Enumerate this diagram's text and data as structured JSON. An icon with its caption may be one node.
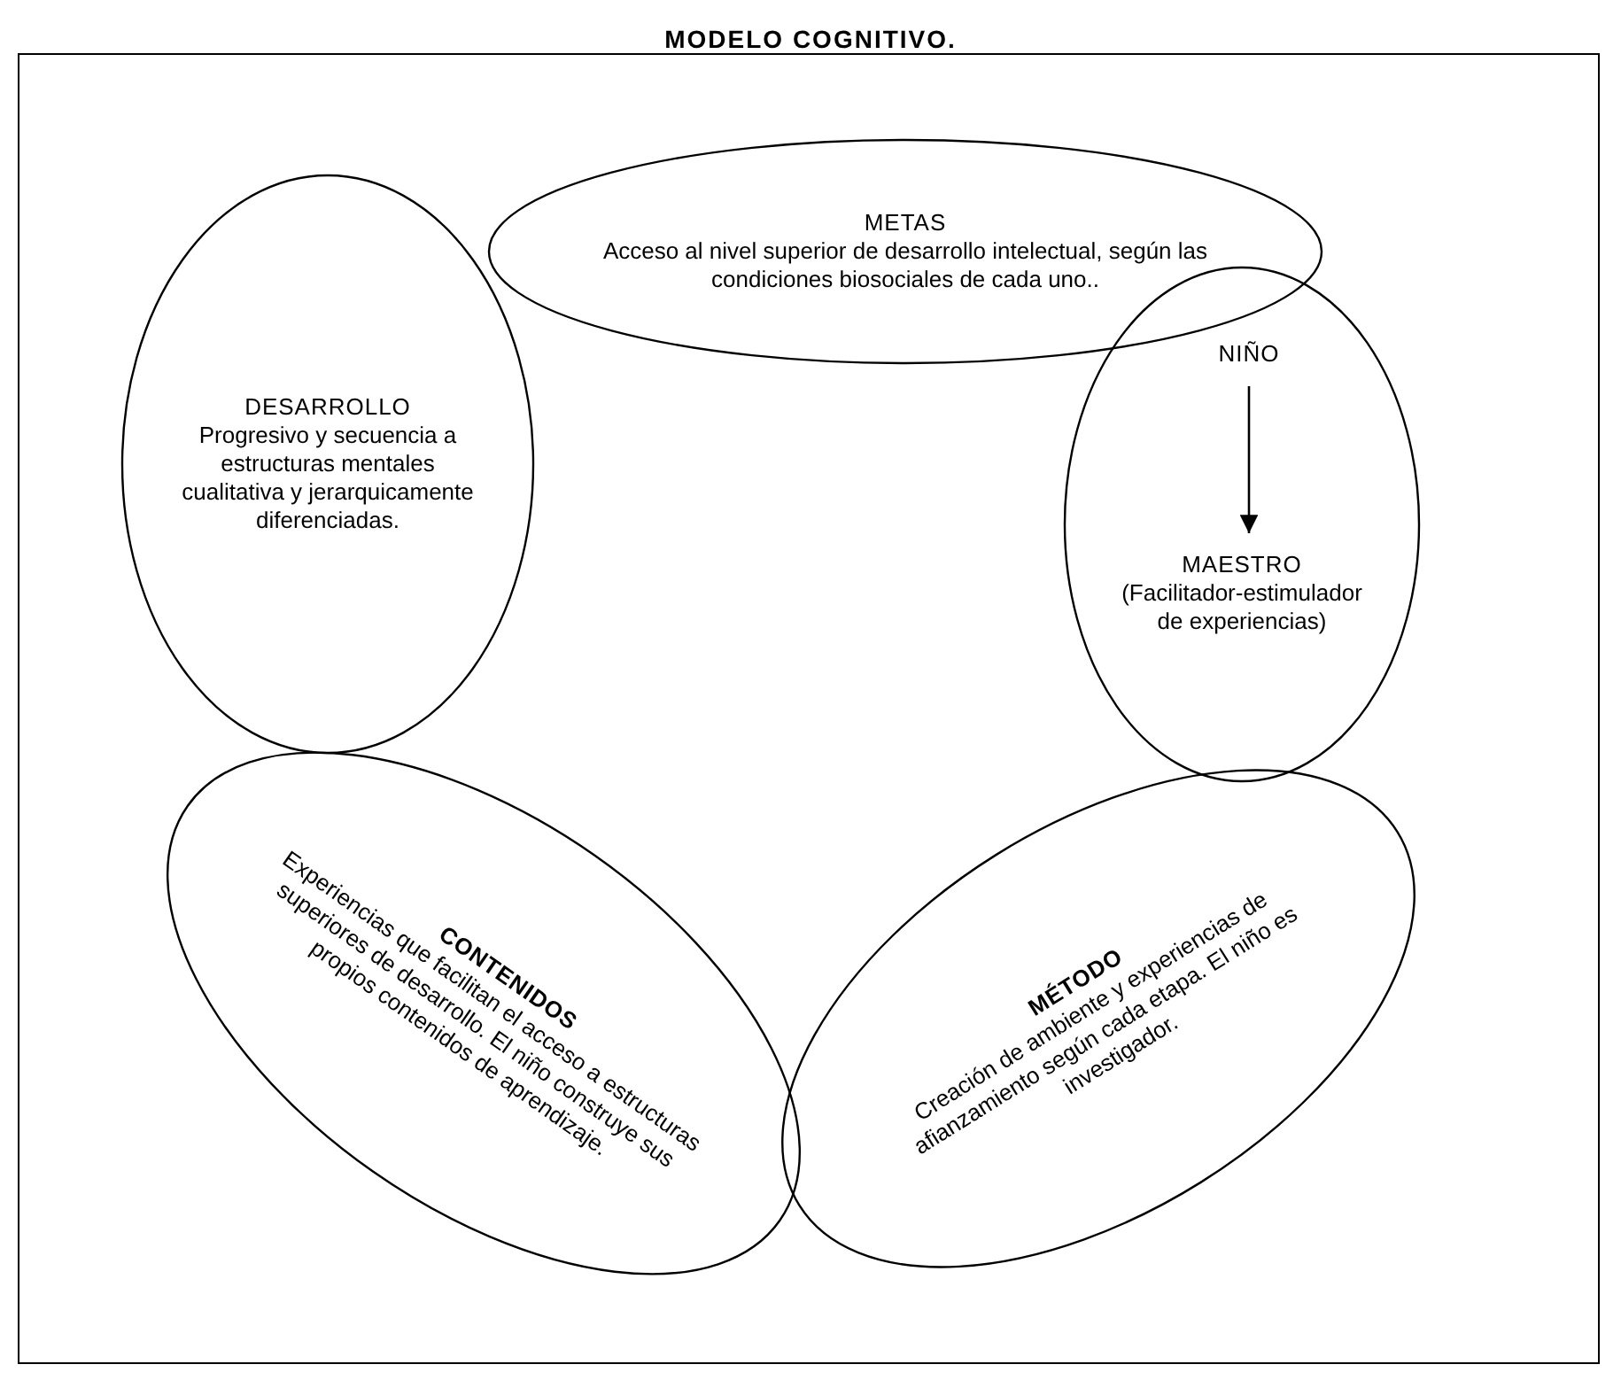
{
  "diagram": {
    "title": "MODELO COGNITIVO.",
    "nodes": [
      {
        "text": [
          "METAS",
          "Acceso al nivel superior de desarrollo intelectual, según las condiciones biosociales de cada uno.."
        ]
      },
      {
        "text": [
          "DESARROLLO",
          "Progresivo y secuencia a estructuras mentales cualitativa y jerarquicamente diferenciadas."
        ]
      },
      {
        "text": [],
        "shape": "circle"
      },
      {
        "text": [
          "NIÑO"
        ],
        "in": 2
      },
      {
        "text": [
          "MAESTRO",
          "(Facilitador-estimulador de experiencias)"
        ],
        "in": 2
      },
      {
        "text": [
          "CONTENIDOS",
          "Experiencias que facilitan el acceso a estructuras superiores de desarrollo. El niño construye sus propios contenidos de aprendizaje."
        ]
      },
      {
        "text": [
          "MÉTODO",
          "Creación de ambiente y experiencias de afianzamiento según cada etapa. El niño es investigador."
        ]
      }
    ],
    "edges": [
      {
        "from": 3,
        "to": 4,
        "arrow": "to"
      }
    ]
  }
}
